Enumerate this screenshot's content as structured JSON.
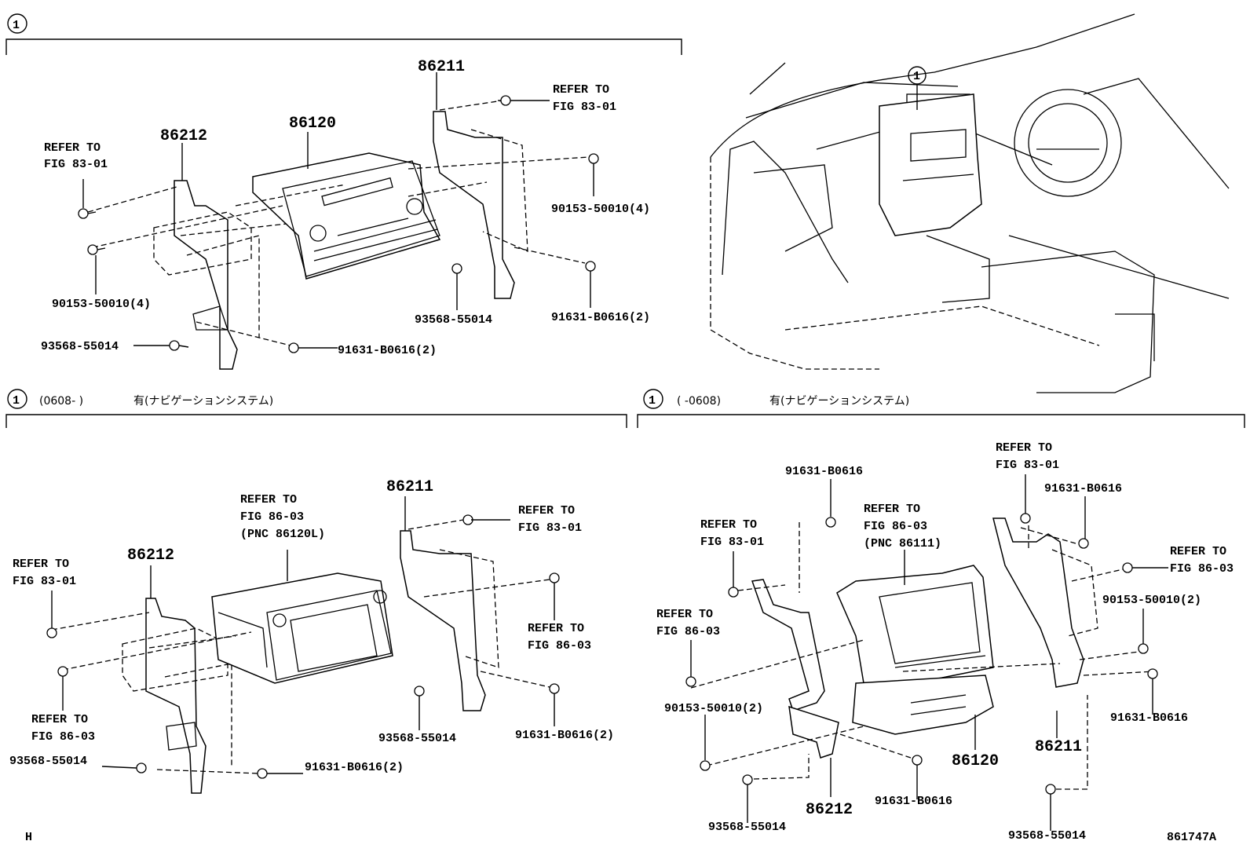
{
  "section_marker": "①",
  "top_left_panel": {
    "labels": {
      "p86211": "86211",
      "p86120": "86120",
      "p86212": "86212",
      "refer_a": "REFER TO",
      "refer_a2": "FIG 83-01",
      "refer_b": "REFER TO",
      "refer_b2": "FIG 83-01",
      "bolt_right": "90153-50010(4)",
      "bolt_left": "90153-50010(4)",
      "screw_mid": "93568-55014",
      "screw_right": "91631-B0616(2)",
      "screw_left": "93568-55014",
      "screw_bottom": "91631-B0616(2)"
    }
  },
  "bottom_left_panel": {
    "caption_range": "(0608-    )",
    "caption_text": "有(ナビゲーションシステム)",
    "labels": {
      "refer_top": "REFER TO",
      "refer_top2": "FIG 86-03",
      "refer_top3": "(PNC 86120L)",
      "p86211": "86211",
      "refer_r1": "REFER TO",
      "refer_r1b": "FIG 83-01",
      "p86212": "86212",
      "refer_l1": "REFER TO",
      "refer_l1b": "FIG 83-01",
      "refer_r2": "REFER TO",
      "refer_r2b": "FIG 86-03",
      "refer_l2": "REFER TO",
      "refer_l2b": "FIG 86-03",
      "screw_mid": "93568-55014",
      "screw_right": "91631-B0616(2)",
      "screw_left": "93568-55014",
      "screw_bottom": "91631-B0616(2)"
    }
  },
  "bottom_right_panel": {
    "caption_range": "(    -0608)",
    "caption_text": "有(ナビゲーションシステム)",
    "labels": {
      "refer_tr": "REFER TO",
      "refer_tr2": "FIG 83-01",
      "b91631_top": "91631-B0616",
      "b91631_tr": "91631-B0616",
      "refer_c": "REFER TO",
      "refer_c2": "FIG 86-03",
      "refer_c3": "(PNC 86111)",
      "refer_l1": "REFER TO",
      "refer_l1b": "FIG 83-01",
      "refer_r": "REFER TO",
      "refer_r2": "FIG 86-03",
      "refer_l2": "REFER TO",
      "refer_l2b": "FIG 86-03",
      "bolt_r": "90153-50010(2)",
      "bolt_l": "90153-50010(2)",
      "b91631_r": "91631-B0616",
      "b91631_bottom": "91631-B0616",
      "p86120": "86120",
      "p86211": "86211",
      "p86212": "86212",
      "screw_l": "93568-55014",
      "screw_r": "93568-55014"
    }
  },
  "footer": {
    "left_code": "H",
    "diagram_id": "861747A"
  }
}
